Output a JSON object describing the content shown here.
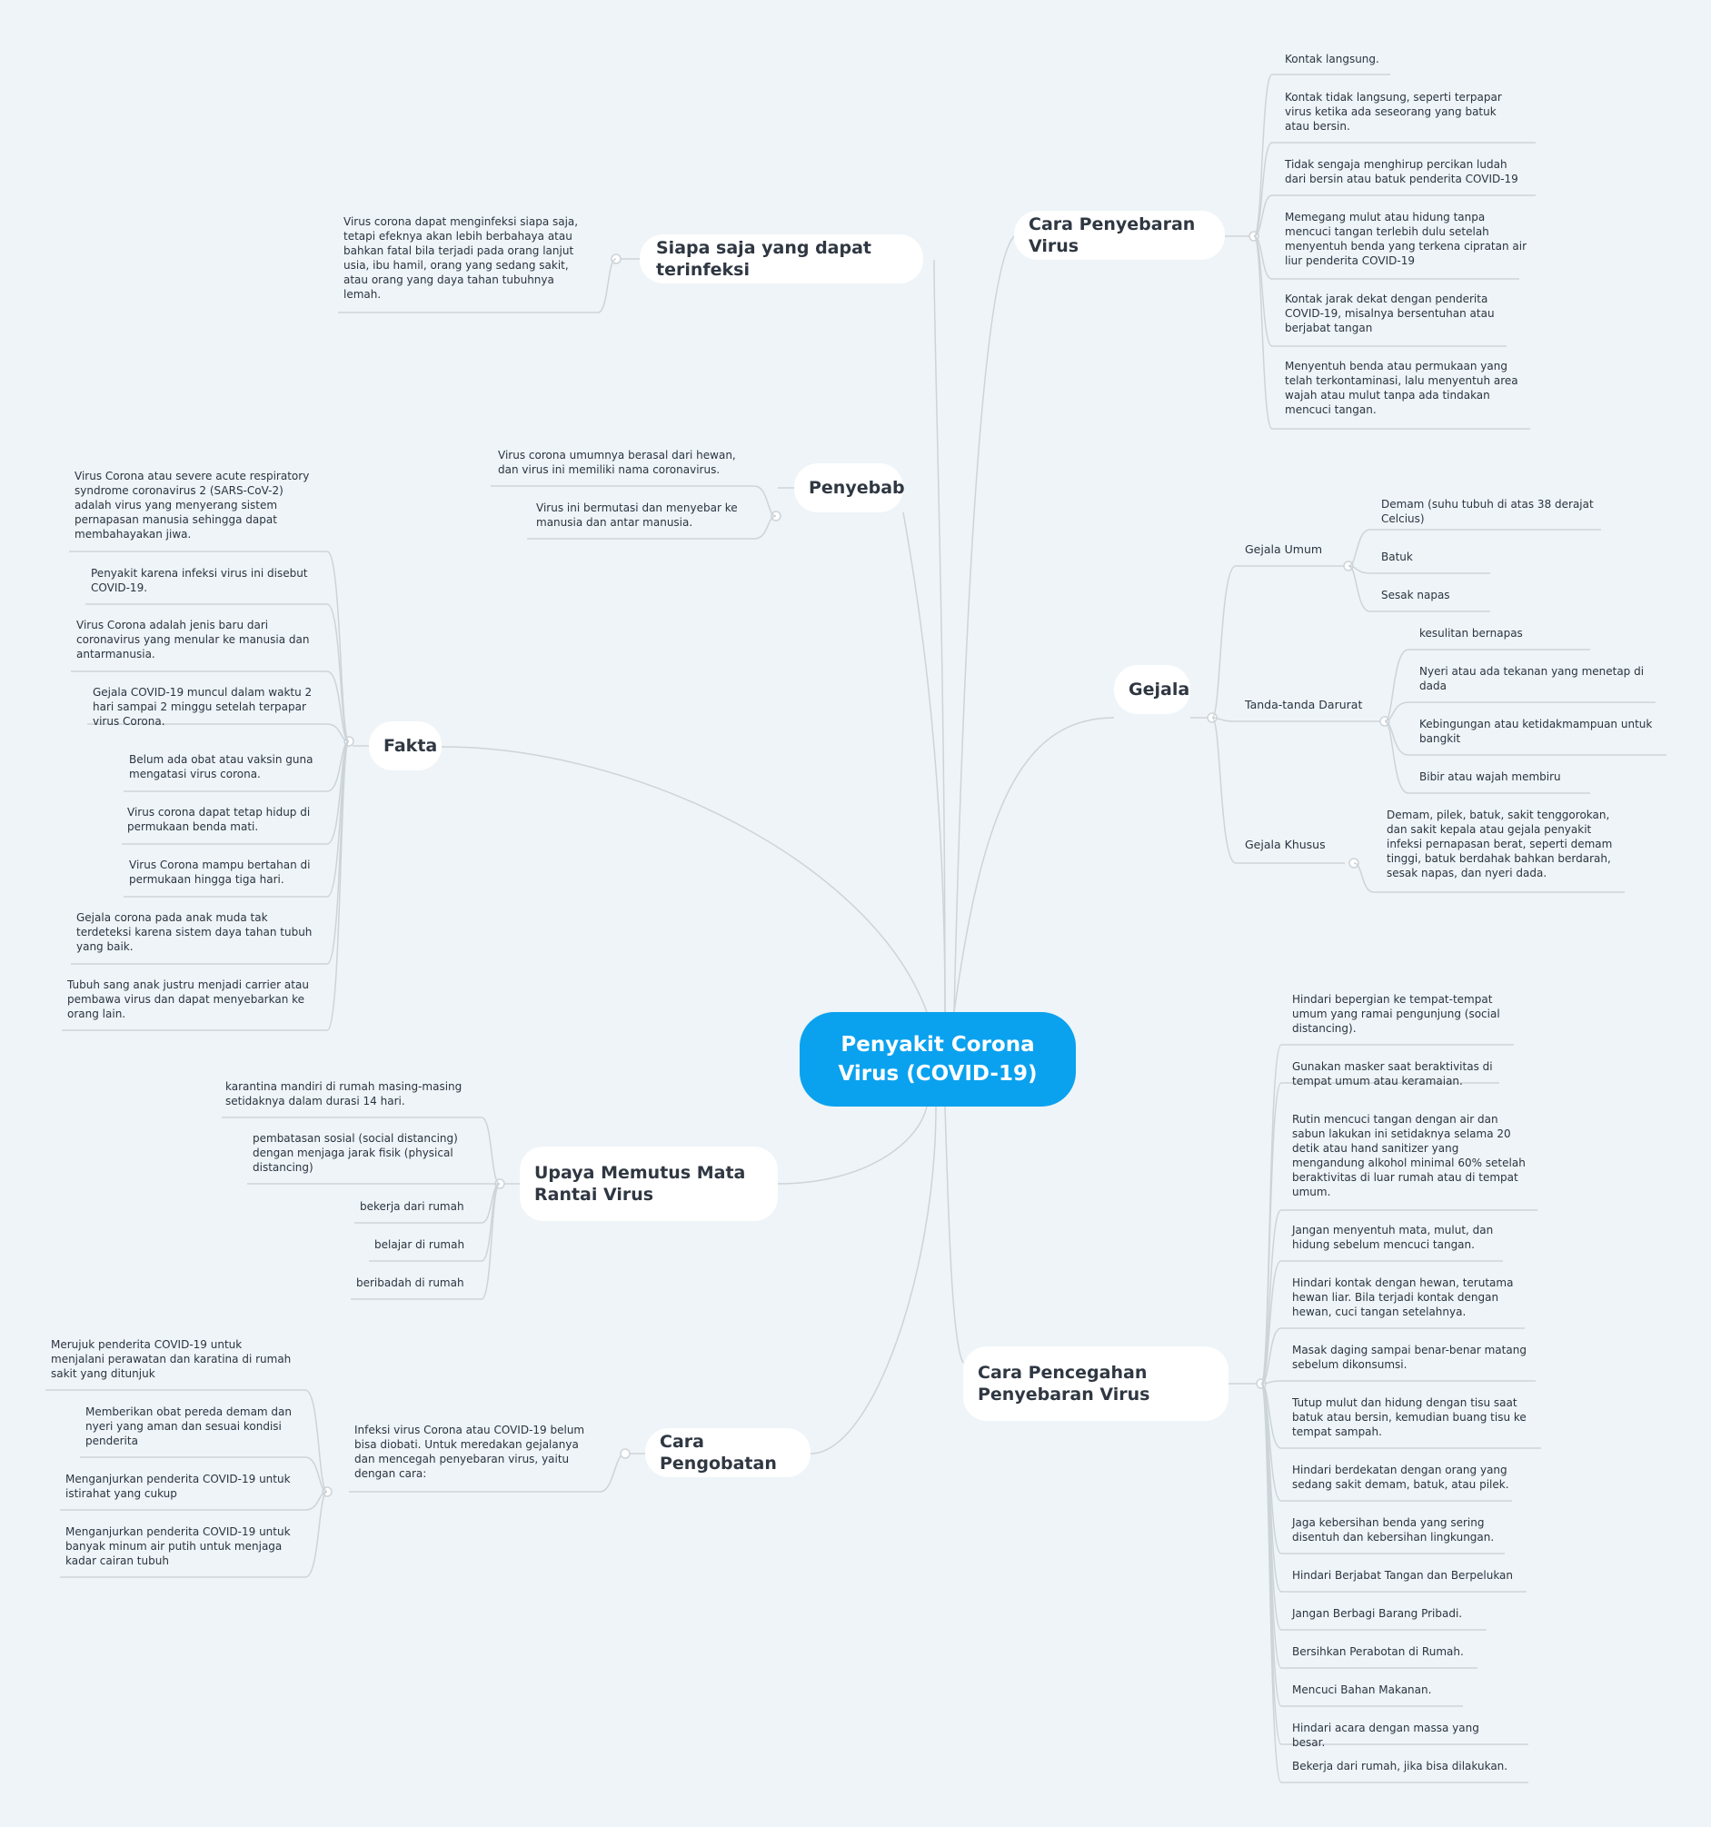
{
  "central": {
    "title": "Penyakit Corona Virus (COVID-19)"
  },
  "colors": {
    "background": "#eef4f7",
    "accent": "#0aa2ef",
    "line": "#cdd4d9"
  },
  "branches": {
    "siapa": {
      "label": "Siapa saja yang dapat terinfeksi",
      "items": [
        "Virus corona dapat menginfeksi siapa saja, tetapi efeknya akan lebih berbahaya atau bahkan fatal bila terjadi pada orang lanjut usia, ibu hamil, orang yang sedang sakit, atau orang yang daya tahan tubuhnya lemah."
      ]
    },
    "penyebab": {
      "label": "Penyebab",
      "items": [
        "Virus corona umumnya berasal dari hewan, dan virus ini memiliki nama coronavirus.",
        "Virus ini bermutasi dan menyebar ke manusia dan antar manusia."
      ]
    },
    "fakta": {
      "label": "Fakta",
      "items": [
        "Virus Corona atau severe acute respiratory syndrome coronavirus 2 (SARS-CoV-2) adalah virus yang menyerang sistem pernapasan manusia sehingga dapat membahayakan jiwa.",
        "Penyakit karena infeksi virus ini disebut COVID-19.",
        "Virus Corona adalah jenis baru dari coronavirus yang menular ke manusia dan antarmanusia.",
        "Gejala COVID-19 muncul dalam waktu 2 hari sampai 2 minggu setelah terpapar virus Corona.",
        "Belum ada obat atau vaksin guna mengatasi virus corona.",
        "Virus corona dapat tetap hidup di permukaan benda mati.",
        "Virus Corona mampu bertahan di permukaan hingga tiga hari.",
        "Gejala corona pada anak muda tak terdeteksi karena sistem daya tahan tubuh yang baik.",
        "Tubuh sang anak justru menjadi carrier atau pembawa virus dan dapat menyebarkan ke orang lain."
      ]
    },
    "upaya": {
      "label": "Upaya Memutus Mata Rantai Virus",
      "items": [
        "karantina mandiri di rumah masing-masing setidaknya dalam durasi 14 hari.",
        "pembatasan sosial (social distancing) dengan menjaga jarak fisik (physical distancing)",
        "bekerja dari rumah",
        "belajar di rumah",
        "beribadah di rumah"
      ]
    },
    "pengobatan": {
      "label": "Cara Pengobatan",
      "intro": "Infeksi virus Corona atau COVID-19 belum bisa diobati. Untuk meredakan gejalanya dan mencegah penyebaran virus, yaitu dengan cara:",
      "items": [
        "Merujuk penderita COVID-19 untuk menjalani perawatan dan karatina di rumah sakit yang ditunjuk",
        "Memberikan obat pereda demam dan nyeri yang aman dan sesuai kondisi penderita",
        "Menganjurkan penderita COVID-19 untuk istirahat yang cukup",
        "Menganjurkan penderita COVID-19 untuk banyak minum air putih untuk menjaga kadar cairan tubuh"
      ]
    },
    "penyebaran": {
      "label": "Cara Penyebaran Virus",
      "items": [
        "Kontak langsung.",
        "Kontak tidak langsung, seperti terpapar virus ketika ada seseorang yang batuk atau bersin.",
        "Tidak sengaja menghirup percikan ludah dari bersin atau batuk penderita COVID-19",
        "Memegang mulut atau hidung tanpa mencuci tangan terlebih dulu setelah menyentuh benda yang terkena cipratan air liur penderita COVID-19",
        "Kontak jarak dekat dengan penderita COVID-19, misalnya bersentuhan atau berjabat tangan",
        "Menyentuh benda atau permukaan yang telah terkontaminasi, lalu menyentuh area wajah atau mulut tanpa ada tindakan mencuci tangan."
      ]
    },
    "gejala": {
      "label": "Gejala",
      "groups": [
        {
          "label": "Gejala Umum",
          "items": [
            "Demam (suhu tubuh di atas 38 derajat Celcius)",
            "Batuk",
            "Sesak napas"
          ]
        },
        {
          "label": "Tanda-tanda Darurat",
          "items": [
            "kesulitan bernapas",
            "Nyeri atau ada tekanan yang menetap di dada",
            "Kebingungan atau ketidakmampuan untuk bangkit",
            "Bibir atau wajah membiru"
          ]
        },
        {
          "label": "Gejala Khusus",
          "items": [
            "Demam, pilek, batuk, sakit tenggorokan, dan sakit kepala atau gejala penyakit infeksi pernapasan berat, seperti demam tinggi, batuk berdahak bahkan berdarah, sesak napas, dan nyeri dada."
          ]
        }
      ]
    },
    "pencegahan": {
      "label": "Cara Pencegahan Penyebaran Virus",
      "items": [
        "Hindari bepergian ke tempat-tempat umum yang ramai pengunjung (social distancing).",
        "Gunakan masker saat beraktivitas di tempat umum atau keramaian.",
        "Rutin mencuci tangan dengan air dan sabun lakukan ini setidaknya selama 20 detik atau hand sanitizer yang mengandung alkohol minimal 60% setelah beraktivitas di luar rumah atau di tempat umum.",
        "Jangan menyentuh mata, mulut, dan hidung sebelum mencuci tangan.",
        "Hindari kontak dengan hewan, terutama hewan liar. Bila terjadi kontak dengan hewan, cuci tangan setelahnya.",
        "Masak daging sampai benar-benar matang sebelum dikonsumsi.",
        "Tutup mulut dan hidung dengan tisu saat batuk atau bersin, kemudian buang tisu ke tempat sampah.",
        "Hindari berdekatan dengan orang yang sedang sakit demam, batuk, atau pilek.",
        "Jaga kebersihan benda yang sering disentuh dan kebersihan lingkungan.",
        "Hindari Berjabat Tangan dan Berpelukan",
        "Jangan Berbagi Barang Pribadi.",
        "Bersihkan Perabotan di Rumah.",
        "Mencuci Bahan Makanan.",
        "Hindari acara dengan massa yang besar.",
        "Bekerja dari rumah, jika bisa dilakukan."
      ]
    }
  }
}
